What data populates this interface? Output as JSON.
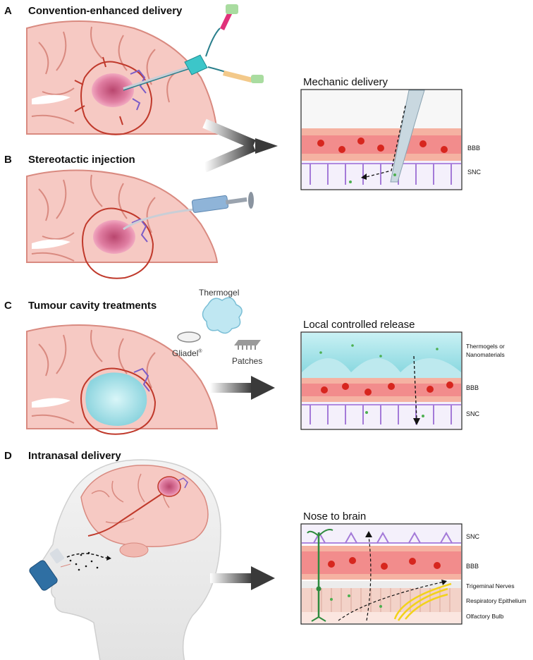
{
  "sections": {
    "a": {
      "letter": "A",
      "title": "Convention-enhanced delivery"
    },
    "b": {
      "letter": "B",
      "title": "Stereotactic injection"
    },
    "c": {
      "letter": "C",
      "title": "Tumour cavity treatments"
    },
    "d": {
      "letter": "D",
      "title": "Intranasal delivery"
    }
  },
  "materials": {
    "thermogel": "Thermogel",
    "gliadel": "Gliadel",
    "gliadel_sup": "®",
    "patches": "Patches"
  },
  "panels": {
    "mechanic": {
      "title": "Mechanic delivery",
      "labels": [
        "BBB",
        "SNC"
      ]
    },
    "local": {
      "title": "Local controlled release",
      "labels": [
        "Thermogels or",
        "Nanomaterials",
        "BBB",
        "SNC"
      ]
    },
    "nose": {
      "title": "Nose to brain",
      "labels": [
        "SNC",
        "BBB",
        "Trigeminal Nerves",
        "Respiratory Epithelium",
        "Olfactory Bulb"
      ]
    }
  },
  "colors": {
    "brain": "#f6c9c3",
    "brain_outline": "#d98a80",
    "tumor": "#c2577a",
    "vessel": "#c0392b",
    "purple": "#7b5cc7",
    "bbb": "#f28c8c",
    "rbc": "#d7261e",
    "arrow": "#3a3a3a",
    "gel": "#9fe3ea"
  }
}
